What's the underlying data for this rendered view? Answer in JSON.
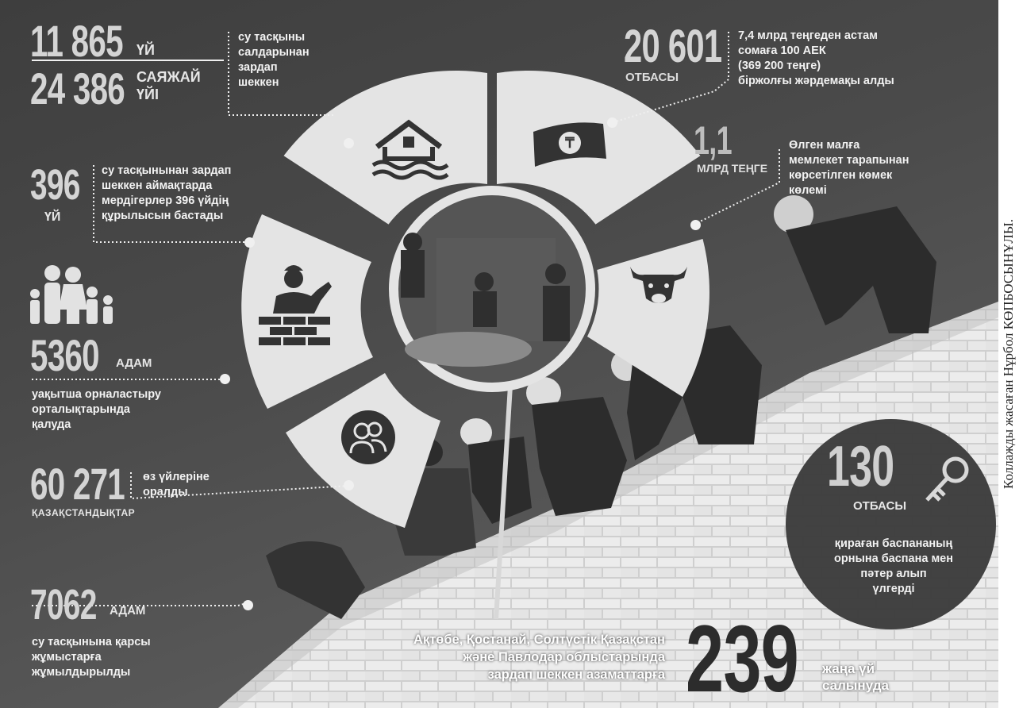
{
  "stats": {
    "houses": {
      "number": "11 865",
      "unit": "ҮЙ"
    },
    "dachas": {
      "number": "24 386",
      "unit1": "САЯЖАЙ",
      "unit2": "ҮЙІ"
    },
    "flood_text": [
      "су тасқыны",
      "салдарынан",
      "зардап",
      "шеккен"
    ],
    "families": {
      "number": "20 601",
      "unit": "ОТБАСЫ",
      "text": [
        "7,4 млрд теңгеден астам",
        "сомаға 100 АЕК",
        "(369 200 теңге)",
        "біржолғы жәрдемақы алды"
      ]
    },
    "livestock": {
      "number": "1,1",
      "unit": "МЛРД ТЕҢГЕ",
      "text": [
        "Өлген малға",
        "мемлекет тарапынан",
        "көрсетілген көмек",
        "көлемі"
      ]
    },
    "construction": {
      "number": "396",
      "unit": "ҮЙ",
      "text": [
        "су тасқынынан зардап",
        "шеккен аймақтарда",
        "мердігерлер 396 үйдің",
        "құрылысын бастады"
      ]
    },
    "evacuees": {
      "number": "5360",
      "unit": "АДАМ",
      "text": [
        "уақытша орналастыру",
        "орталықтарында",
        "қалуда"
      ]
    },
    "returned": {
      "number": "60 271",
      "unit": "ҚАЗАҚСТАНДЫҚТАР",
      "text": [
        "өз үйлеріне",
        "оралды"
      ]
    },
    "mobilized": {
      "number": "7062",
      "unit": "АДАМ",
      "text": [
        "су тасқынына қарсы",
        "жұмыстарға",
        "жұмылдырылды"
      ]
    },
    "housing": {
      "number": "130",
      "unit": "ОТБАСЫ",
      "text": [
        "қираған баспананың",
        "орнына баспана мен",
        "пәтер алып",
        "үлгерді"
      ]
    },
    "new_homes": {
      "regions": [
        "Ақтөбе, Қостанай, Солтүстік Қазақстан",
        "және Павлодар облыстарында",
        "зардап шеккен азаматтарға"
      ],
      "number": "239",
      "text": [
        "жаңа үй",
        "салынуда"
      ]
    }
  },
  "credit": "Коллажды жасаған Нұрбол КӨПБОСЫНҰЛЫ.",
  "icons": [
    "flooded-house-icon",
    "money-icon",
    "cow-icon",
    "people-icon",
    "bricklayer-icon",
    "key-icon",
    "family-icon"
  ],
  "colors": {
    "background": "#474747",
    "panel": "#e6e6e6",
    "text": "#f2f2f2",
    "number": "#d4d4d4"
  }
}
